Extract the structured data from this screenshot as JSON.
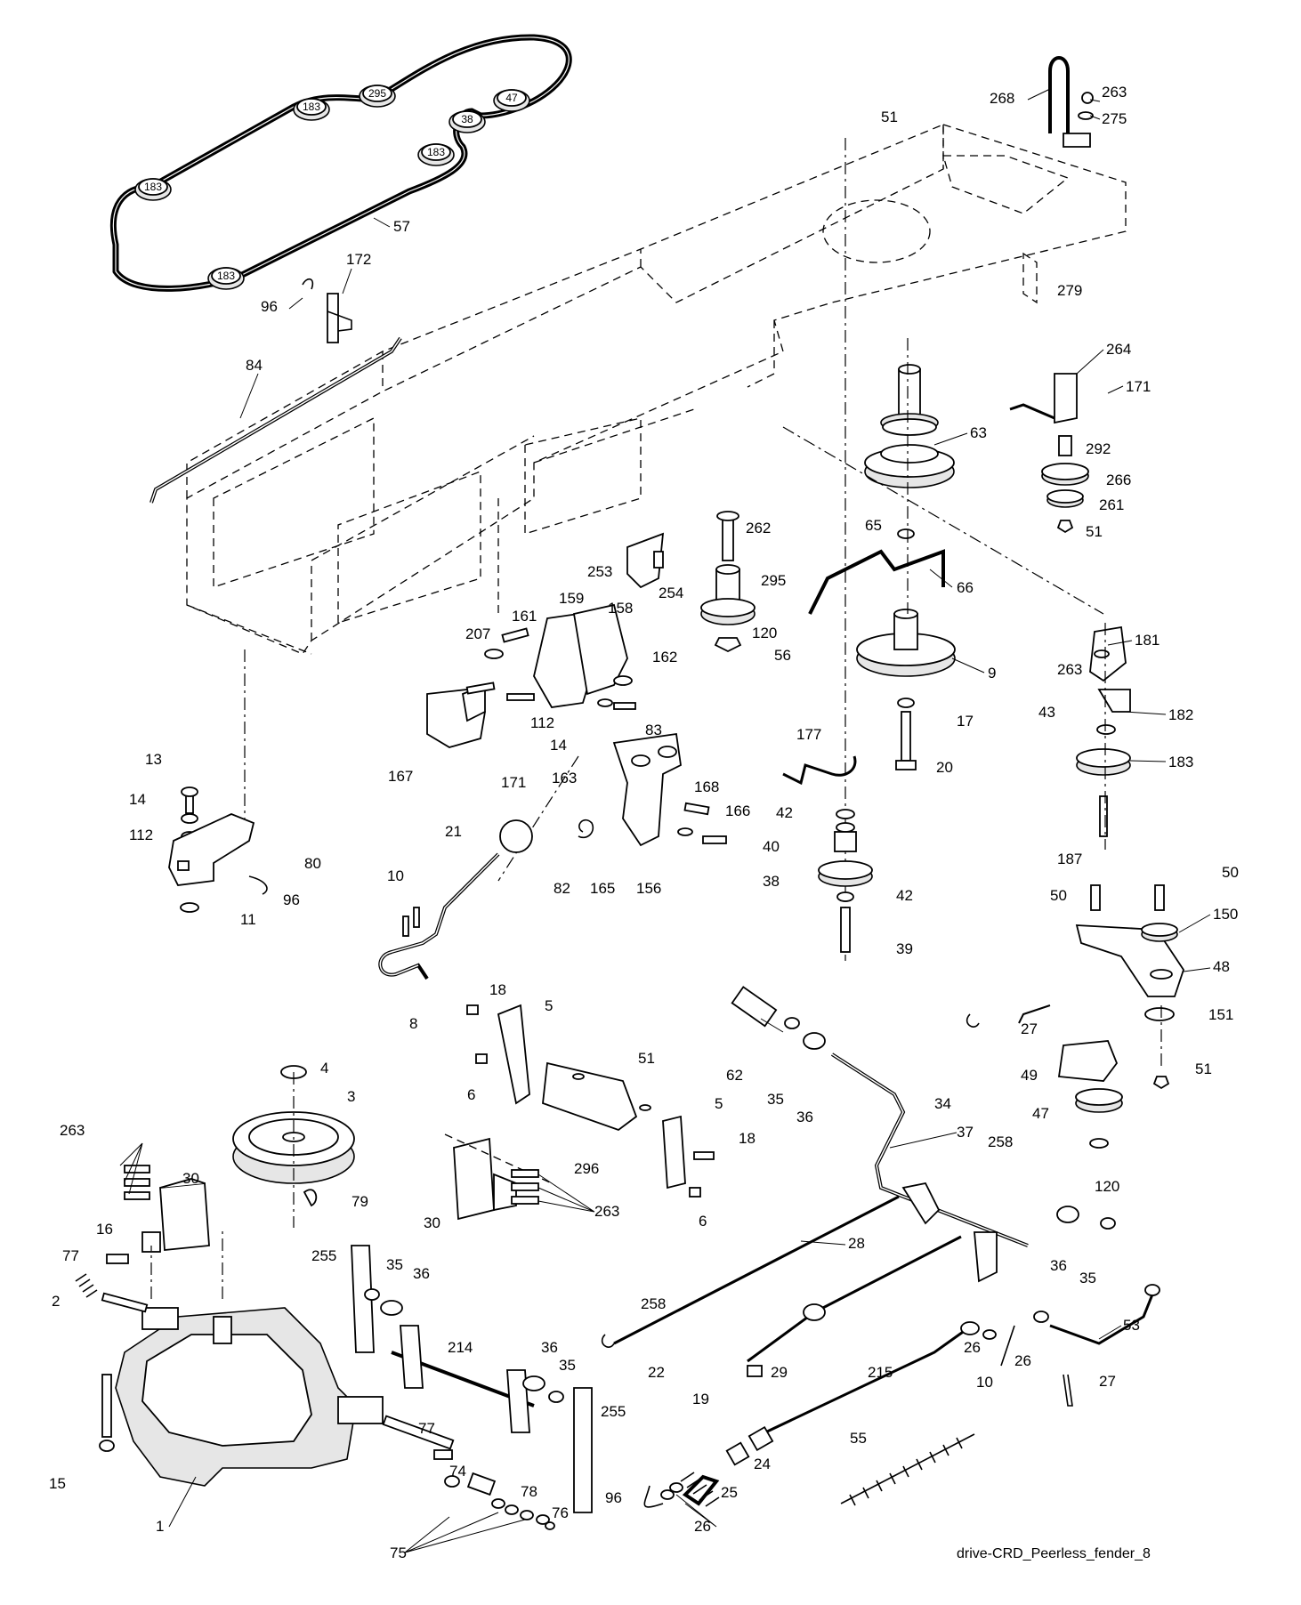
{
  "caption": "drive-CRD_Peerless_fender_8",
  "belt_pulley_labels": [
    "183",
    "295",
    "47",
    "38",
    "183",
    "183",
    "183"
  ],
  "callouts": [
    "57",
    "172",
    "96",
    "84",
    "268",
    "263",
    "275",
    "51",
    "279",
    "264",
    "171",
    "292",
    "63",
    "266",
    "261",
    "51",
    "262",
    "295",
    "120",
    "65",
    "66",
    "56",
    "9",
    "17",
    "20",
    "253",
    "254",
    "159",
    "158",
    "161",
    "207",
    "162",
    "112",
    "14",
    "163",
    "83",
    "167",
    "171",
    "13",
    "14",
    "112",
    "80",
    "96",
    "11",
    "21",
    "168",
    "166",
    "82",
    "165",
    "156",
    "10",
    "8",
    "177",
    "42",
    "40",
    "38",
    "42",
    "39",
    "263",
    "181",
    "43",
    "182",
    "183",
    "187",
    "50",
    "50",
    "150",
    "48",
    "27",
    "151",
    "49",
    "51",
    "47",
    "120",
    "18",
    "5",
    "6",
    "51",
    "62",
    "35",
    "36",
    "34",
    "37",
    "5",
    "18",
    "296",
    "6",
    "4",
    "3",
    "263",
    "30",
    "16",
    "79",
    "30",
    "263",
    "258",
    "77",
    "2",
    "255",
    "35",
    "36",
    "28",
    "214",
    "36",
    "35",
    "258",
    "22",
    "29",
    "215",
    "26",
    "10",
    "36",
    "35",
    "26",
    "53",
    "27",
    "15",
    "255",
    "77",
    "74",
    "19",
    "24",
    "25",
    "55",
    "96",
    "26",
    "1",
    "78",
    "76",
    "75"
  ]
}
